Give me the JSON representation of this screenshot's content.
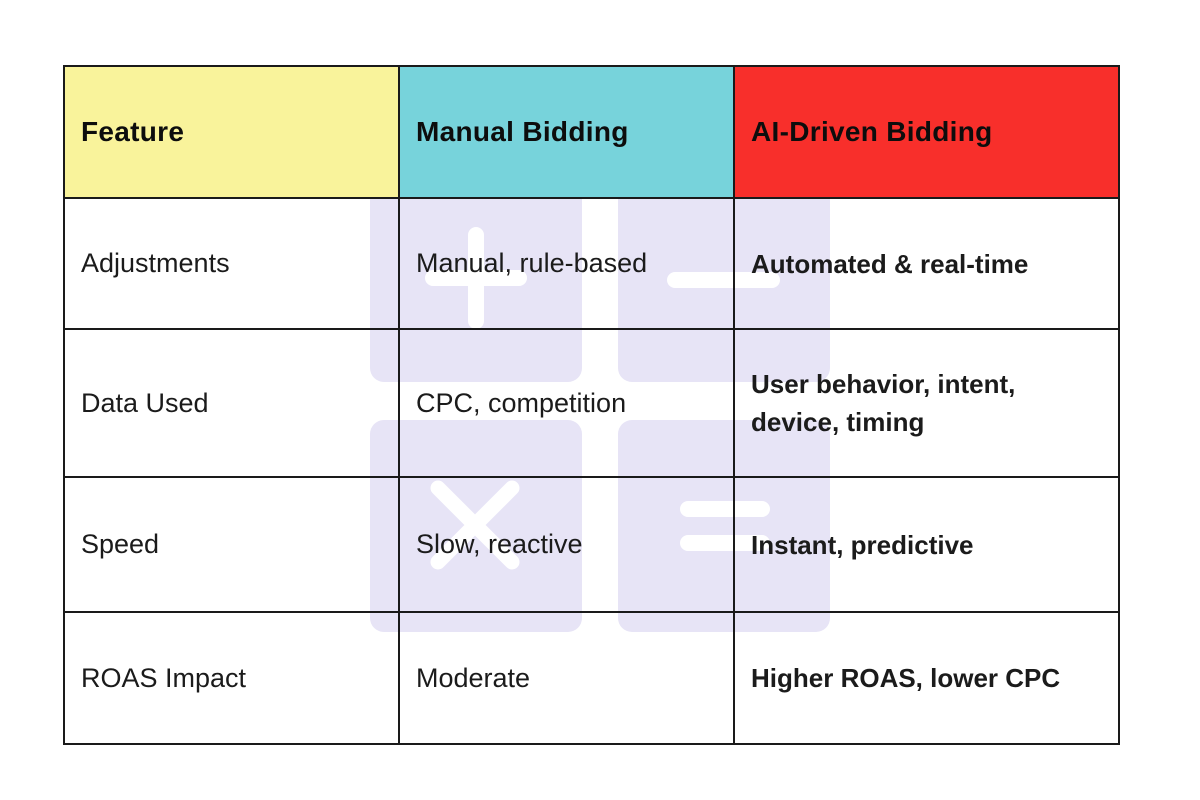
{
  "chart_data": {
    "type": "table",
    "columns": [
      "Feature",
      "Manual Bidding",
      "AI-Driven Bidding"
    ],
    "rows": [
      [
        "Adjustments",
        "Manual, rule-based",
        "Automated & real-time"
      ],
      [
        "Data Used",
        "CPC, competition",
        "User behavior, intent, device, timing"
      ],
      [
        "Speed",
        "Slow, reactive",
        "Instant, predictive"
      ],
      [
        "ROAS Impact",
        "Moderate",
        "Higher ROAS, lower CPC"
      ]
    ]
  },
  "colors": {
    "header_feature_bg": "#F9F39B",
    "header_manual_bg": "#77D3DB",
    "header_ai_bg": "#F82F2B",
    "watermark_bg": "#E7E4F6",
    "watermark_symbol": "#FFFFFF",
    "border": "#1A1A1A",
    "text": "#1B1B1B"
  },
  "watermark": {
    "symbols": [
      "plus",
      "minus",
      "multiply",
      "equals"
    ]
  }
}
